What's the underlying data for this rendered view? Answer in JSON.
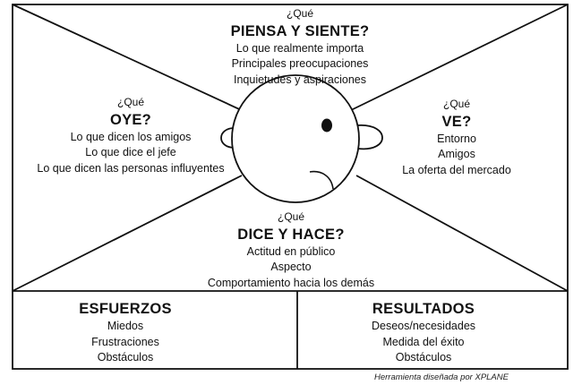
{
  "sections": {
    "top": {
      "question": "¿Qué",
      "heading": "PIENSA Y SIENTE?",
      "items": [
        "Lo que realmente importa",
        "Principales preocupaciones",
        "Inquietudes y aspiraciones"
      ]
    },
    "left": {
      "question": "¿Qué",
      "heading": "OYE?",
      "items": [
        "Lo que dicen los amigos",
        "Lo que dice el jefe",
        "Lo que dicen las personas influyentes"
      ]
    },
    "right": {
      "question": "¿Qué",
      "heading": "VE?",
      "items": [
        "Entorno",
        "Amigos",
        "La oferta del mercado"
      ]
    },
    "bottom": {
      "question": "¿Qué",
      "heading": "DICE Y HACE?",
      "items": [
        "Actitud en público",
        "Aspecto",
        "Comportamiento hacia los demás"
      ]
    }
  },
  "panels": {
    "left": {
      "heading": "ESFUERZOS",
      "items": [
        "Miedos",
        "Frustraciones",
        "Obstáculos"
      ]
    },
    "right": {
      "heading": "RESULTADOS",
      "items": [
        "Deseos/necesidades",
        "Medida del éxito",
        "Obstáculos"
      ]
    }
  },
  "credit": "Herramienta diseñada por XPLANE"
}
